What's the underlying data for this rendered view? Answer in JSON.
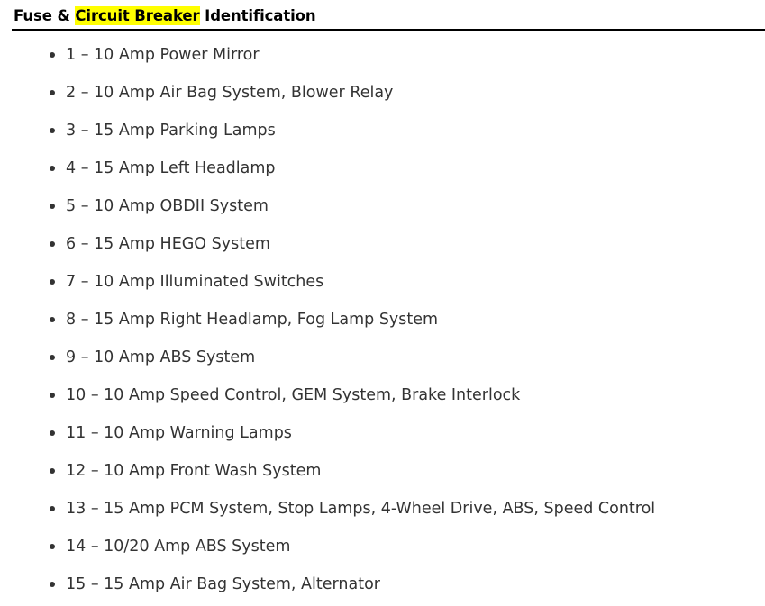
{
  "document": {
    "heading": {
      "before_highlight": "Fuse & ",
      "highlighted": "Circuit Breaker",
      "after_highlight": " Identification",
      "highlight_color": "#ffff00"
    },
    "list": {
      "items": [
        {
          "text": "1 – 10 Amp Power Mirror"
        },
        {
          "text": "2 – 10 Amp Air Bag System, Blower Relay"
        },
        {
          "text": "3 – 15 Amp Parking Lamps"
        },
        {
          "text": "4 – 15 Amp Left Headlamp"
        },
        {
          "text": "5 – 10 Amp OBDII System"
        },
        {
          "text": "6 – 15 Amp HEGO System"
        },
        {
          "text": "7 – 10 Amp Illuminated Switches"
        },
        {
          "text": "8 – 15 Amp Right Headlamp, Fog Lamp System"
        },
        {
          "text": "9 – 10 Amp ABS System"
        },
        {
          "text": "10 – 10 Amp Speed Control, GEM System, Brake Interlock"
        },
        {
          "text": "11 – 10 Amp Warning Lamps"
        },
        {
          "text": "12 – 10 Amp Front Wash System"
        },
        {
          "text": "13 – 15 Amp PCM System, Stop Lamps, 4-Wheel Drive, ABS, Speed Control"
        },
        {
          "text": "14 – 10/20 Amp ABS System"
        },
        {
          "text": "15 – 15 Amp Air Bag System, Alternator"
        }
      ]
    }
  }
}
